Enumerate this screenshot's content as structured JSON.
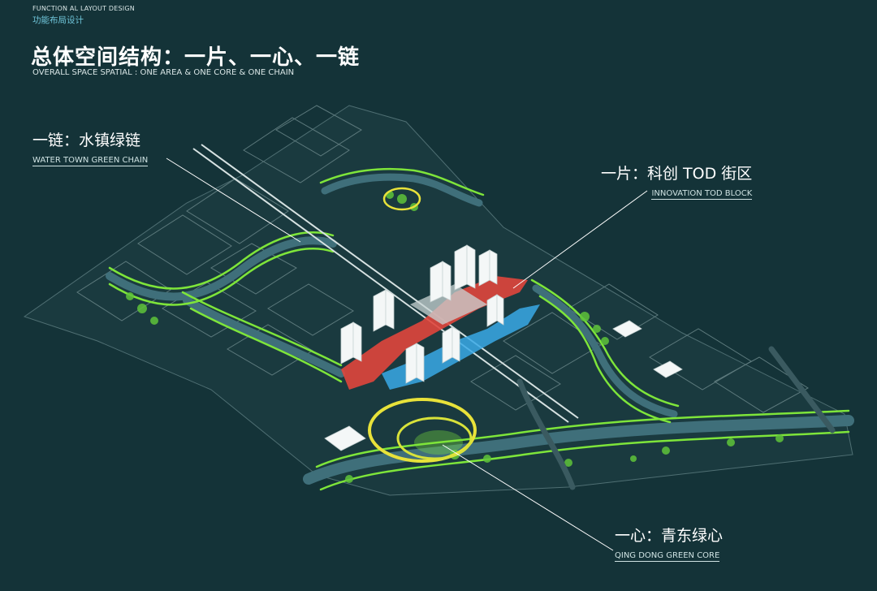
{
  "header": {
    "en": "FUNCTION AL LAYOUT DESIGN",
    "cn": "功能布局设计"
  },
  "title": {
    "cn": "总体空间结构：一片、一心、一链",
    "en": "OVERALL SPACE SPATIAL : ONE AREA & ONE CORE & ONE CHAIN"
  },
  "labels": {
    "chain": {
      "cn": "一链：水镇绿链",
      "en": "WATER TOWN GREEN CHAIN"
    },
    "area": {
      "cn": "一片：科创 TOD 街区",
      "en": "INNOVATION TOD BLOCK"
    },
    "core": {
      "cn": "一心：青东绿心",
      "en": "QING DONG GREEN CORE"
    }
  },
  "colors": {
    "background": "#143338",
    "green": "#7ee53a",
    "water": "#3f6f7a",
    "tod_red": "#e0463c",
    "tod_blue": "#39a9e6",
    "core_yellow": "#e8e23a"
  }
}
